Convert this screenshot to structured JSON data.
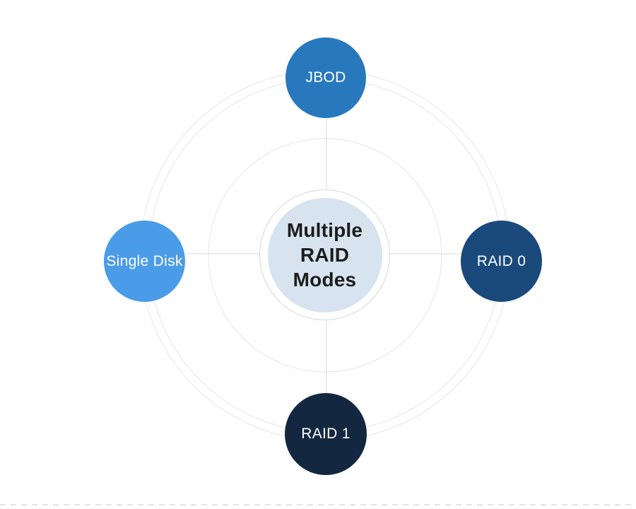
{
  "diagram": {
    "center": {
      "lines": [
        "Multiple",
        "RAID",
        "Modes"
      ],
      "fill_color": "#d7e3ef",
      "text_color": "#1c1c1c",
      "outline_color": "#d6d6d6"
    },
    "nodes": [
      {
        "label": "JBOD",
        "color": "#2878be",
        "position": "top"
      },
      {
        "label": "RAID 0",
        "color": "#1a4a7c",
        "position": "right"
      },
      {
        "label": "RAID 1",
        "color": "#132840",
        "position": "bottom"
      },
      {
        "label": "Single Disk",
        "color": "#4a9ce8",
        "position": "left"
      }
    ],
    "colors": {
      "node_text": "#ffffff",
      "ring": "#e6e6e6",
      "axis_line": "#d8d8d8",
      "dashed_rule": "#e3e3e3",
      "background": "#ffffff"
    }
  }
}
